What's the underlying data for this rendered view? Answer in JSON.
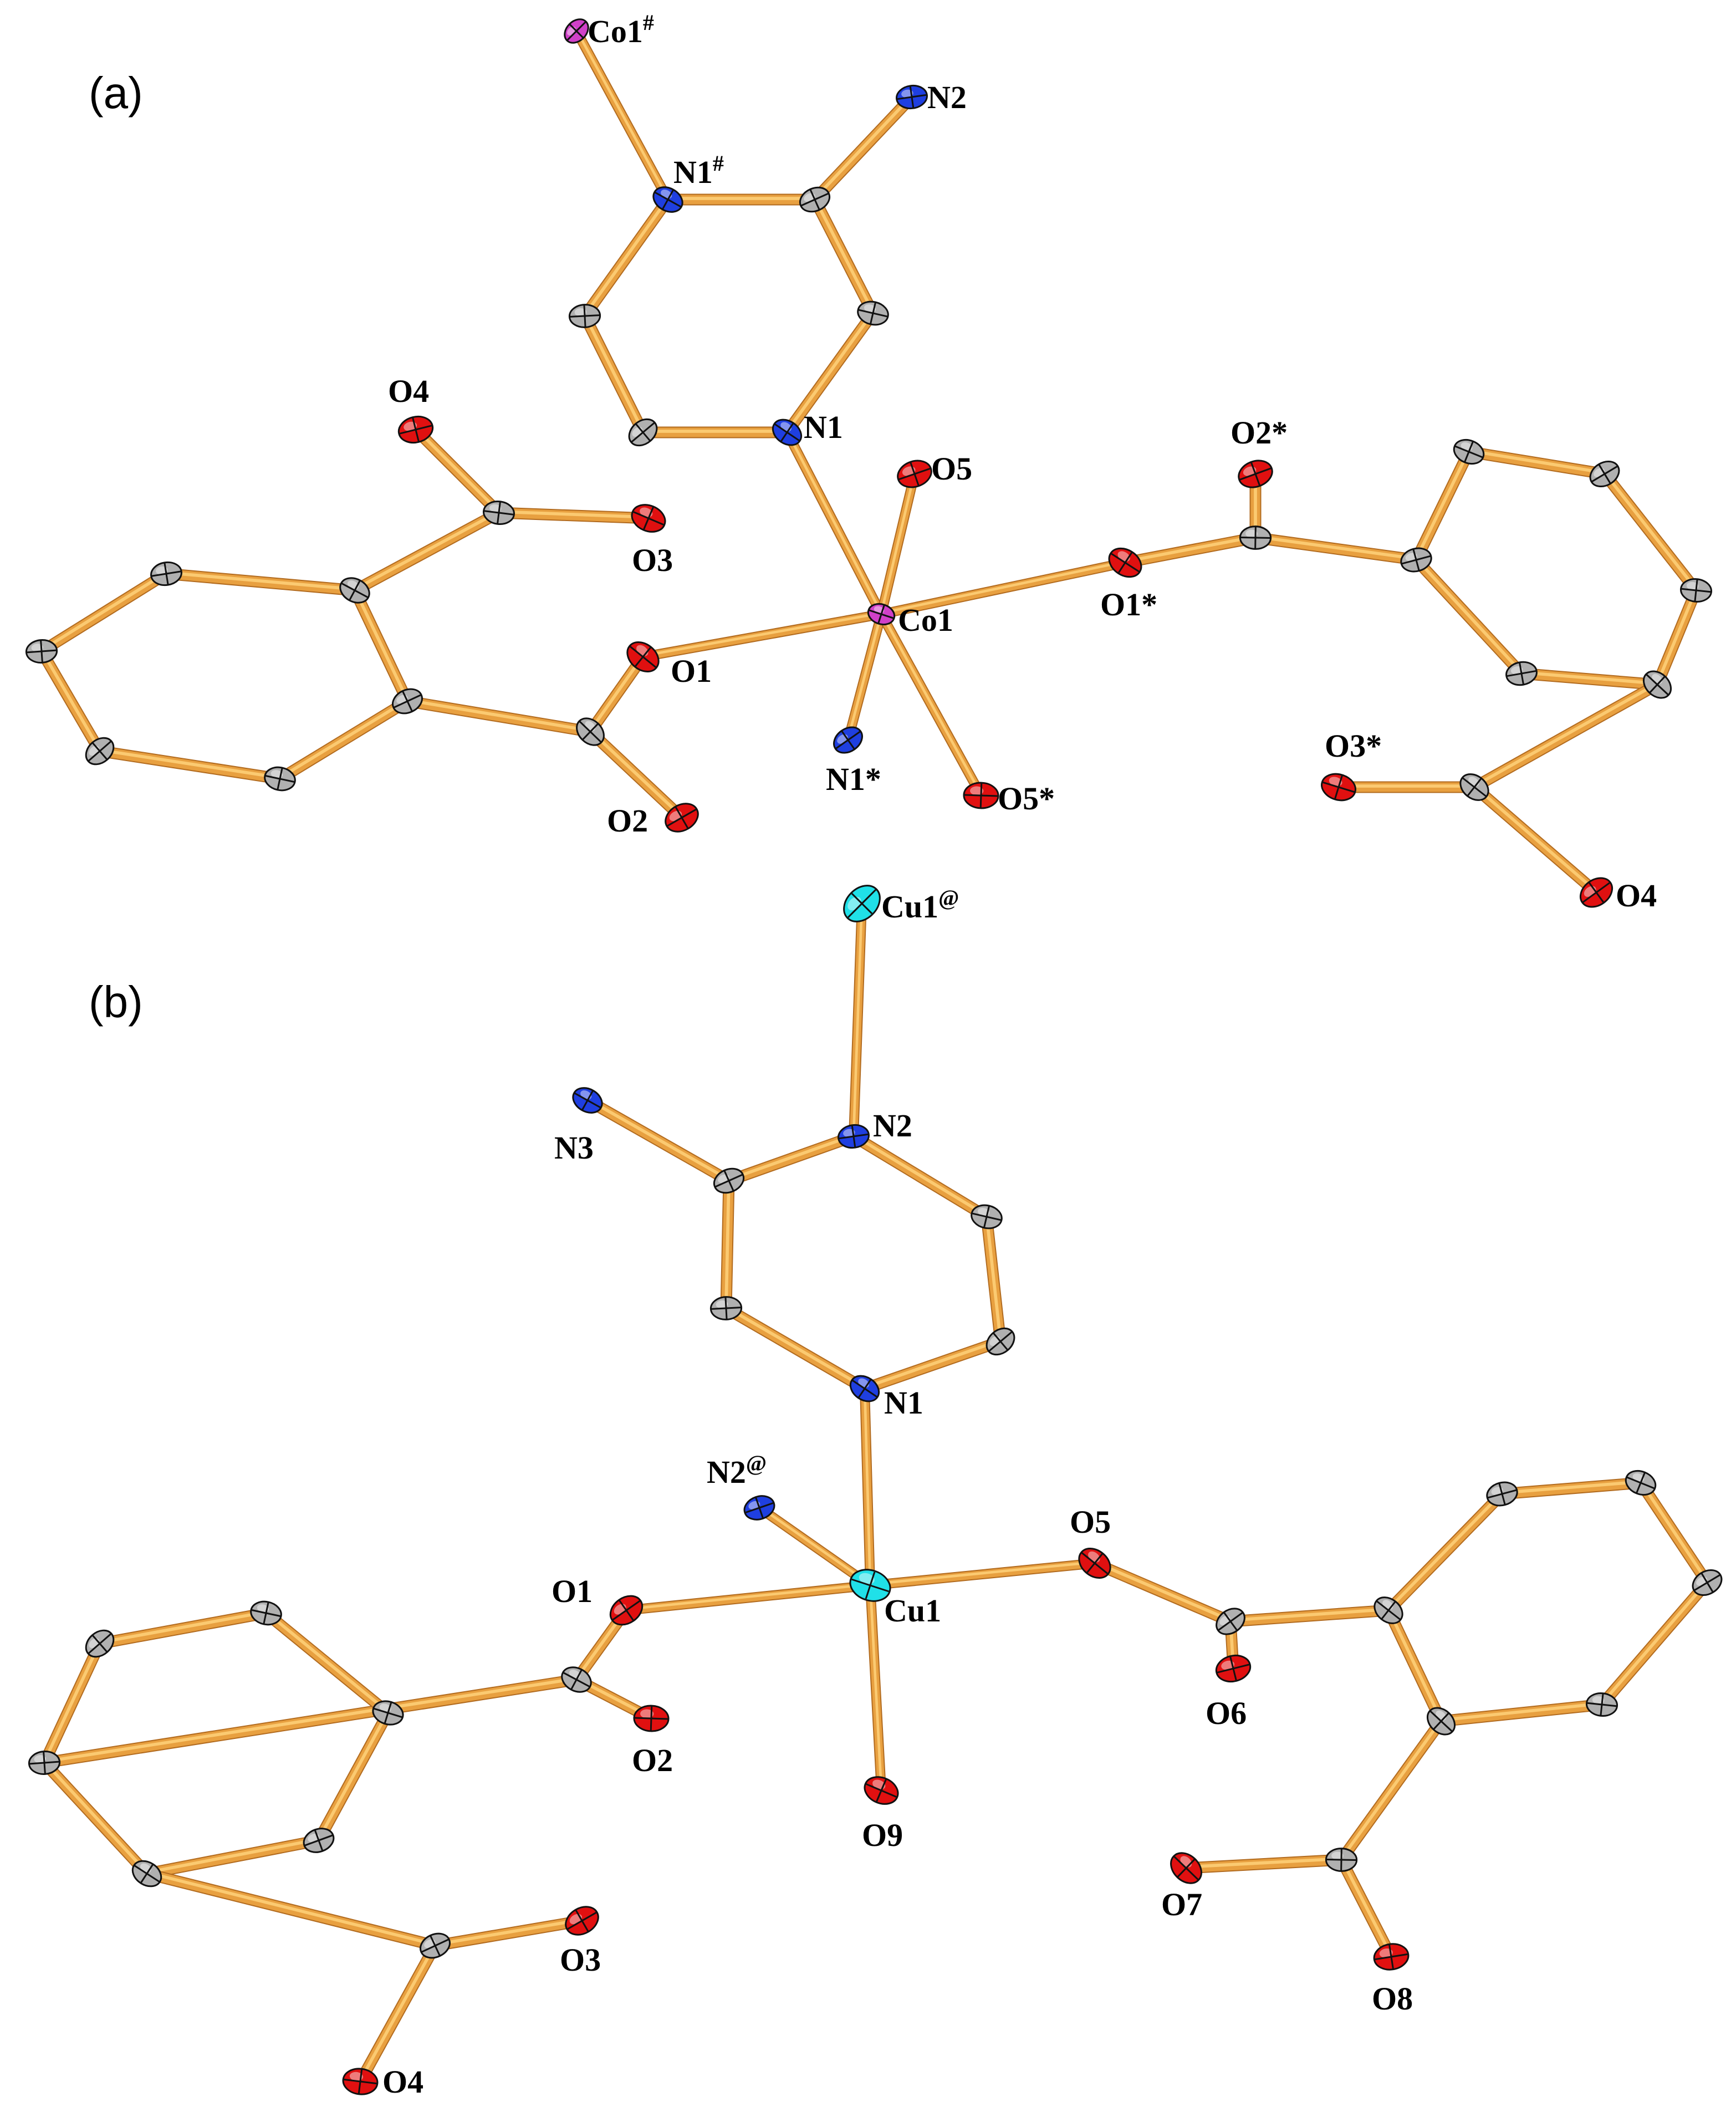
{
  "figure": {
    "panels": [
      {
        "id": "a",
        "label": "(a)",
        "atoms": [
          {
            "id": "Co1h",
            "element": "Co",
            "label": "Co1",
            "sup": "#"
          },
          {
            "id": "N2",
            "element": "N",
            "label": "N2",
            "sup": ""
          },
          {
            "id": "N1h",
            "element": "N",
            "label": "N1",
            "sup": "#"
          },
          {
            "id": "Cr1",
            "element": "C",
            "label": "",
            "sup": ""
          },
          {
            "id": "Cr2",
            "element": "C",
            "label": "",
            "sup": ""
          },
          {
            "id": "Cr3",
            "element": "C",
            "label": "",
            "sup": ""
          },
          {
            "id": "Cr4",
            "element": "C",
            "label": "",
            "sup": ""
          },
          {
            "id": "N1",
            "element": "N",
            "label": "N1",
            "sup": ""
          },
          {
            "id": "O5",
            "element": "O",
            "label": "O5",
            "sup": ""
          },
          {
            "id": "Co1",
            "element": "Co",
            "label": "Co1",
            "sup": ""
          },
          {
            "id": "N1s",
            "element": "N",
            "label": "N1*",
            "sup": ""
          },
          {
            "id": "O5s",
            "element": "O",
            "label": "O5*",
            "sup": ""
          },
          {
            "id": "O1",
            "element": "O",
            "label": "O1",
            "sup": ""
          },
          {
            "id": "O4",
            "element": "O",
            "label": "O4",
            "sup": ""
          },
          {
            "id": "O3",
            "element": "O",
            "label": "O3",
            "sup": ""
          },
          {
            "id": "O2",
            "element": "O",
            "label": "O2",
            "sup": ""
          },
          {
            "id": "CcL1",
            "element": "C",
            "label": "",
            "sup": ""
          },
          {
            "id": "CcL2",
            "element": "C",
            "label": "",
            "sup": ""
          },
          {
            "id": "Cb1",
            "element": "C",
            "label": "",
            "sup": ""
          },
          {
            "id": "Cb2",
            "element": "C",
            "label": "",
            "sup": ""
          },
          {
            "id": "Cb3",
            "element": "C",
            "label": "",
            "sup": ""
          },
          {
            "id": "Cb4",
            "element": "C",
            "label": "",
            "sup": ""
          },
          {
            "id": "Cb5",
            "element": "C",
            "label": "",
            "sup": ""
          },
          {
            "id": "Cb6",
            "element": "C",
            "label": "",
            "sup": ""
          },
          {
            "id": "O1s",
            "element": "O",
            "label": "O1*",
            "sup": ""
          },
          {
            "id": "O2s",
            "element": "O",
            "label": "O2*",
            "sup": ""
          },
          {
            "id": "O3s",
            "element": "O",
            "label": "O3*",
            "sup": ""
          },
          {
            "id": "O4r",
            "element": "O",
            "label": "O4",
            "sup": ""
          },
          {
            "id": "CcR1",
            "element": "C",
            "label": "",
            "sup": ""
          },
          {
            "id": "CcR2",
            "element": "C",
            "label": "",
            "sup": ""
          },
          {
            "id": "Cd1",
            "element": "C",
            "label": "",
            "sup": ""
          },
          {
            "id": "Cd2",
            "element": "C",
            "label": "",
            "sup": ""
          },
          {
            "id": "Cd3",
            "element": "C",
            "label": "",
            "sup": ""
          },
          {
            "id": "Cd4",
            "element": "C",
            "label": "",
            "sup": ""
          },
          {
            "id": "Cd5",
            "element": "C",
            "label": "",
            "sup": ""
          },
          {
            "id": "Cd6",
            "element": "C",
            "label": "",
            "sup": ""
          }
        ],
        "bonds": [
          [
            "Co1h",
            "N1h"
          ],
          [
            "N2",
            "Cr1"
          ],
          [
            "N1h",
            "Cr1"
          ],
          [
            "N1h",
            "Cr4"
          ],
          [
            "Cr1",
            "Cr2"
          ],
          [
            "Cr2",
            "N1"
          ],
          [
            "N1",
            "Cr3"
          ],
          [
            "Cr3",
            "Cr4"
          ],
          [
            "N1",
            "Co1"
          ],
          [
            "O5",
            "Co1"
          ],
          [
            "Co1",
            "N1s"
          ],
          [
            "Co1",
            "O5s"
          ],
          [
            "Co1",
            "O1"
          ],
          [
            "Co1",
            "O1s"
          ],
          [
            "O1",
            "CcL2"
          ],
          [
            "CcL2",
            "O2"
          ],
          [
            "CcL2",
            "Cb3"
          ],
          [
            "Cb3",
            "Cb2"
          ],
          [
            "Cb2",
            "Cb1"
          ],
          [
            "Cb1",
            "Cb6"
          ],
          [
            "Cb6",
            "Cb5"
          ],
          [
            "Cb5",
            "Cb4"
          ],
          [
            "Cb4",
            "Cb3"
          ],
          [
            "Cb2",
            "CcL1"
          ],
          [
            "CcL1",
            "O4"
          ],
          [
            "CcL1",
            "O3"
          ],
          [
            "O1s",
            "CcR1"
          ],
          [
            "CcR1",
            "O2s"
          ],
          [
            "CcR1",
            "Cd1"
          ],
          [
            "Cd1",
            "Cd2"
          ],
          [
            "Cd2",
            "Cd3"
          ],
          [
            "Cd3",
            "Cd4"
          ],
          [
            "Cd4",
            "Cd5"
          ],
          [
            "Cd5",
            "Cd6"
          ],
          [
            "Cd6",
            "Cd1"
          ],
          [
            "Cd5",
            "CcR2"
          ],
          [
            "CcR2",
            "O3s"
          ],
          [
            "CcR2",
            "O4r"
          ]
        ]
      },
      {
        "id": "b",
        "label": "(b)",
        "atoms": [
          {
            "id": "Cu1a",
            "element": "Cu",
            "label": "Cu1",
            "sup": "@"
          },
          {
            "id": "N2",
            "element": "N",
            "label": "N2",
            "sup": ""
          },
          {
            "id": "N3",
            "element": "N",
            "label": "N3",
            "sup": ""
          },
          {
            "id": "Cs1",
            "element": "C",
            "label": "",
            "sup": ""
          },
          {
            "id": "Cs2",
            "element": "C",
            "label": "",
            "sup": ""
          },
          {
            "id": "Cs3",
            "element": "C",
            "label": "",
            "sup": ""
          },
          {
            "id": "Cs4",
            "element": "C",
            "label": "",
            "sup": ""
          },
          {
            "id": "N1",
            "element": "N",
            "label": "N1",
            "sup": ""
          },
          {
            "id": "N2a",
            "element": "N",
            "label": "N2",
            "sup": "@"
          },
          {
            "id": "Cu1",
            "element": "Cu",
            "label": "Cu1",
            "sup": ""
          },
          {
            "id": "O1",
            "element": "O",
            "label": "O1",
            "sup": ""
          },
          {
            "id": "O2",
            "element": "O",
            "label": "O2",
            "sup": ""
          },
          {
            "id": "O5",
            "element": "O",
            "label": "O5",
            "sup": ""
          },
          {
            "id": "O6",
            "element": "O",
            "label": "O6",
            "sup": ""
          },
          {
            "id": "O9",
            "element": "O",
            "label": "O9",
            "sup": ""
          },
          {
            "id": "O3",
            "element": "O",
            "label": "O3",
            "sup": ""
          },
          {
            "id": "O4",
            "element": "O",
            "label": "O4",
            "sup": ""
          },
          {
            "id": "O7",
            "element": "O",
            "label": "O7",
            "sup": ""
          },
          {
            "id": "O8",
            "element": "O",
            "label": "O8",
            "sup": ""
          },
          {
            "id": "CxL1",
            "element": "C",
            "label": "",
            "sup": ""
          },
          {
            "id": "CxL2",
            "element": "C",
            "label": "",
            "sup": ""
          },
          {
            "id": "Ce1",
            "element": "C",
            "label": "",
            "sup": ""
          },
          {
            "id": "Ce2",
            "element": "C",
            "label": "",
            "sup": ""
          },
          {
            "id": "Ce3",
            "element": "C",
            "label": "",
            "sup": ""
          },
          {
            "id": "Ce4",
            "element": "C",
            "label": "",
            "sup": ""
          },
          {
            "id": "Ce5",
            "element": "C",
            "label": "",
            "sup": ""
          },
          {
            "id": "Ce6",
            "element": "C",
            "label": "",
            "sup": ""
          },
          {
            "id": "CxR1",
            "element": "C",
            "label": "",
            "sup": ""
          },
          {
            "id": "CxR2",
            "element": "C",
            "label": "",
            "sup": ""
          },
          {
            "id": "Cf1",
            "element": "C",
            "label": "",
            "sup": ""
          },
          {
            "id": "Cf2",
            "element": "C",
            "label": "",
            "sup": ""
          },
          {
            "id": "Cf3",
            "element": "C",
            "label": "",
            "sup": ""
          },
          {
            "id": "Cf4",
            "element": "C",
            "label": "",
            "sup": ""
          },
          {
            "id": "Cf5",
            "element": "C",
            "label": "",
            "sup": ""
          },
          {
            "id": "Cf6",
            "element": "C",
            "label": "",
            "sup": ""
          }
        ],
        "bonds": [
          [
            "Cu1a",
            "N2"
          ],
          [
            "N2",
            "Cs1"
          ],
          [
            "N3",
            "Cs1"
          ],
          [
            "N2",
            "Cs2"
          ],
          [
            "Cs2",
            "Cs3"
          ],
          [
            "Cs3",
            "N1"
          ],
          [
            "N1",
            "Cs4"
          ],
          [
            "Cs4",
            "Cs1"
          ],
          [
            "N1",
            "Cu1"
          ],
          [
            "N2a",
            "Cu1"
          ],
          [
            "Cu1",
            "O1"
          ],
          [
            "Cu1",
            "O5"
          ],
          [
            "Cu1",
            "O9"
          ],
          [
            "O1",
            "CxL1"
          ],
          [
            "CxL1",
            "O2"
          ],
          [
            "CxL1",
            "Ce3"
          ],
          [
            "Ce3",
            "Ce2"
          ],
          [
            "Ce2",
            "Ce1"
          ],
          [
            "Ce1",
            "Ce6"
          ],
          [
            "Ce6",
            "Ce5"
          ],
          [
            "Ce5",
            "Ce4"
          ],
          [
            "Ce4",
            "Ce3"
          ],
          [
            "Ce4",
            "CxL2"
          ],
          [
            "CxL2",
            "O3"
          ],
          [
            "CxL2",
            "O4"
          ],
          [
            "O5",
            "CxR1"
          ],
          [
            "CxR1",
            "O6"
          ],
          [
            "CxR1",
            "Cf1"
          ],
          [
            "Cf1",
            "Cf2"
          ],
          [
            "Cf2",
            "Cf3"
          ],
          [
            "Cf3",
            "Cf4"
          ],
          [
            "Cf4",
            "Cf5"
          ],
          [
            "Cf5",
            "Cf6"
          ],
          [
            "Cf6",
            "Cf1"
          ],
          [
            "Cf6",
            "CxR2"
          ],
          [
            "CxR2",
            "O7"
          ],
          [
            "CxR2",
            "O8"
          ]
        ]
      }
    ],
    "element_colors": {
      "C": "#b0b0b0",
      "N": "#1f3fe0",
      "O": "#e01010",
      "Co": "#d040c8",
      "Cu": "#20e0e8"
    },
    "bond_color": "#e8a040",
    "bond_highlight": "#ffd27a"
  }
}
